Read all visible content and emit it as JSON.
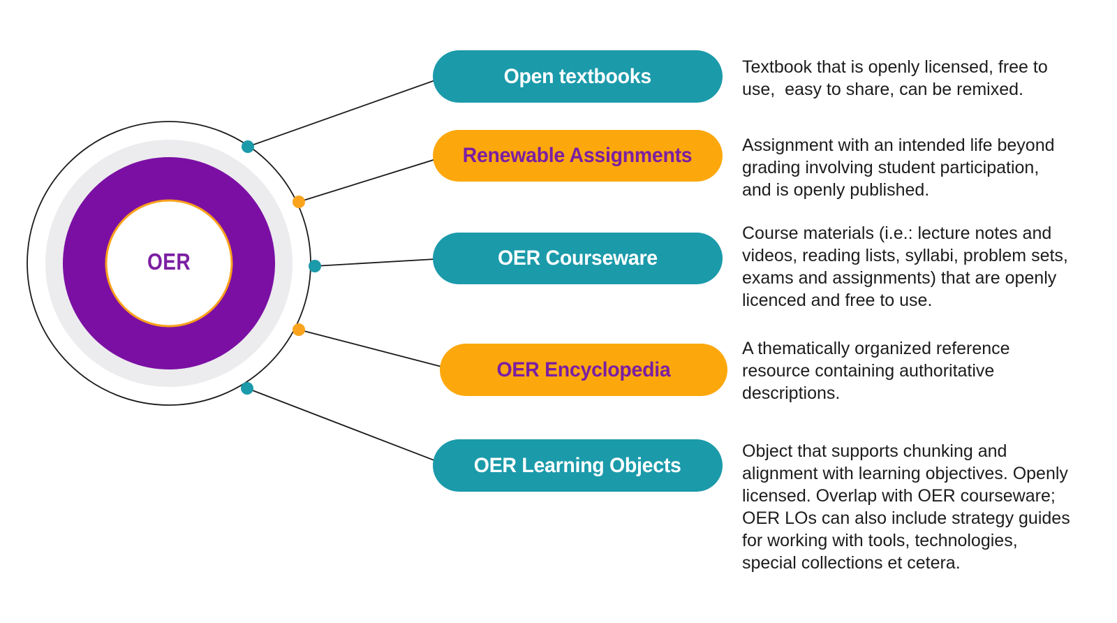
{
  "center": {
    "label": "OER"
  },
  "nodes": [
    {
      "label": "Open textbooks",
      "variant": "teal",
      "description": "Textbook that is openly licensed, free to\nuse,  easy to share, can be remixed."
    },
    {
      "label": "Renewable Assignments",
      "variant": "orange",
      "description": "Assignment with an intended life beyond\ngrading involving student participation,\nand is openly published."
    },
    {
      "label": "OER Courseware",
      "variant": "teal",
      "description": "Course materials (i.e.: lecture notes and\nvideos, reading lists, syllabi, problem sets,\nexams and assignments) that are openly\nlicenced and free to use."
    },
    {
      "label": "OER Encyclopedia",
      "variant": "orange",
      "description": "A thematically organized reference\nresource containing authoritative\ndescriptions."
    },
    {
      "label": "OER Learning Objects",
      "variant": "teal",
      "description": "Object that supports chunking and\nalignment with learning objectives. Openly\nlicensed. Overlap with OER courseware;\nOER LOs can also include strategy guides\nfor working with tools, technologies,\nspecial collections et cetera."
    }
  ],
  "colors": {
    "teal": "#1B9AAA",
    "orange": "#FCA80D",
    "purple_ring": "#7B0FA3",
    "purple_text": "#7B1FA2",
    "gray_ring": "#ECECEE",
    "inner_border_orange": "#F9A01B",
    "connector_line": "#1A1A1A",
    "body_text": "#1C1C1C",
    "background": "#FFFFFF"
  }
}
